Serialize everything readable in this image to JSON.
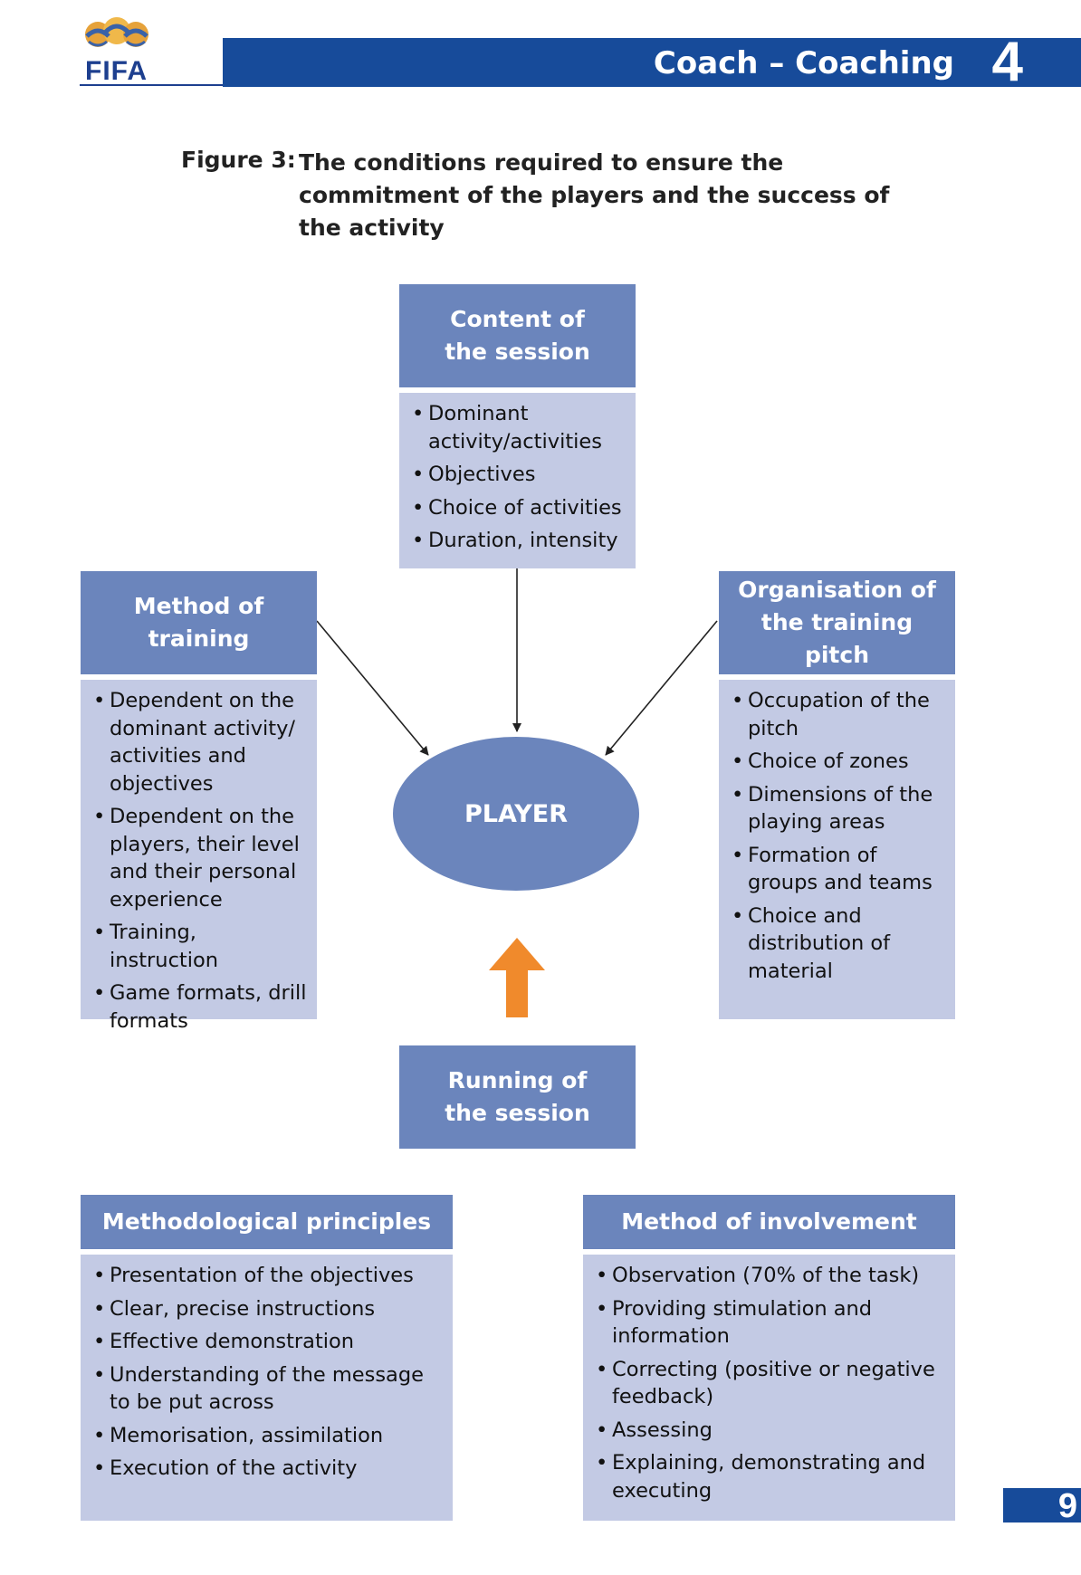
{
  "header": {
    "logo_text": "FIFA",
    "title": "Coach – Coaching",
    "chapter_number": "4"
  },
  "figure": {
    "label": "Figure 3:",
    "title": "The conditions required to ensure the commitment of the players and the success of the activity"
  },
  "center": {
    "label": "PLAYER"
  },
  "boxes": {
    "content": {
      "title": "Content of the session",
      "items": [
        "Dominant activity/activities",
        "Objectives",
        "Choice of activities",
        "Duration, intensity"
      ]
    },
    "method_training": {
      "title": "Method of training",
      "items": [
        "Dependent on the dominant activity/ activities and objectives",
        "Dependent on the players, their level and their personal experience",
        "Training, instruction",
        "Game formats, drill formats"
      ]
    },
    "organisation": {
      "title": "Organisation of the training pitch",
      "items": [
        "Occupation of the pitch",
        "Choice of zones",
        "Dimensions of the playing areas",
        "Formation of groups and teams",
        "Choice and distribution of material"
      ]
    },
    "running": {
      "title": "Running of the session"
    },
    "methodological": {
      "title": "Methodological principles",
      "items": [
        "Presentation of the objectives",
        "Clear, precise instructions",
        "Effective demonstration",
        "Understanding of the message to be put across",
        "Memorisation, assimilation",
        "Execution of the activity"
      ]
    },
    "involvement": {
      "title": "Method of involvement",
      "items": [
        "Observation (70% of the task)",
        "Providing stimulation and information",
        "Correcting (positive or negative feedback)",
        "Assessing",
        "Explaining, demonstrating and executing"
      ]
    }
  },
  "page_number": "9",
  "colors": {
    "header_blue": "#174b9a",
    "box_head": "#6b85bc",
    "box_body": "#c3cae4",
    "arrow_orange": "#f08a2c"
  }
}
